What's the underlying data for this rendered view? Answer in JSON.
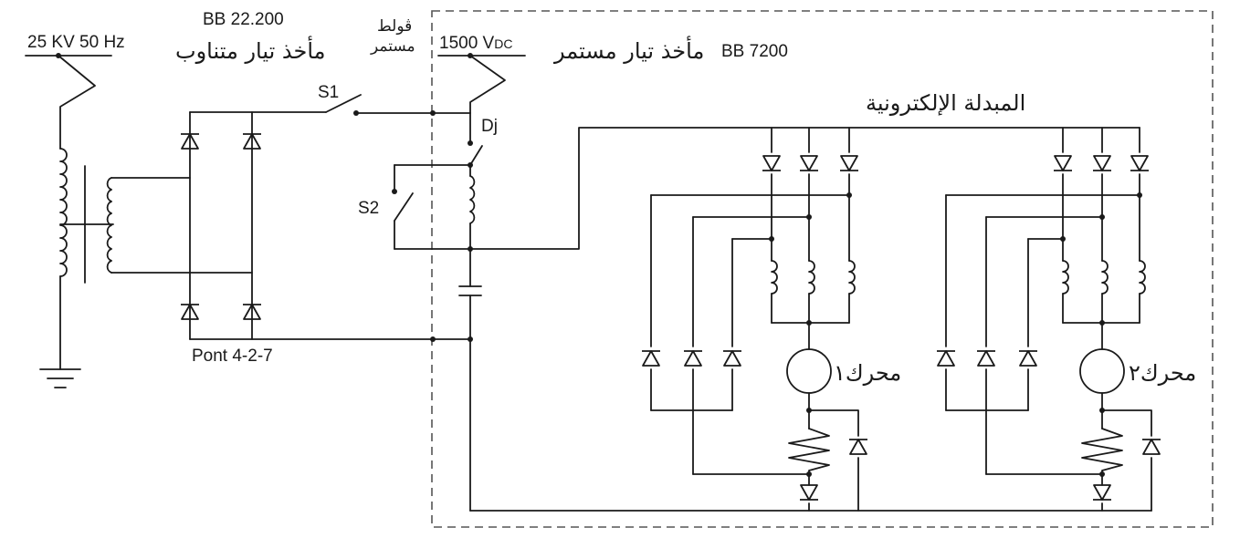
{
  "labels": {
    "ac_source": "25 KV 50 Hz",
    "ac_machine_code": "BB 22.200",
    "ac_machine_name": "مأخذ تيار متناوب",
    "volt_word_1": "ڤولط",
    "volt_word_2": "مستمر",
    "dc_source_value": "1500 V",
    "dc_source_sub": "DC",
    "dc_machine_name": "مأخذ تيار مستمر",
    "dc_machine_code": "BB 7200",
    "switch_1": "S1",
    "switch_2": "S2",
    "breaker": "Dj",
    "converter": "المبدلة الإلكترونية",
    "bridge": "Pont  4-2-7",
    "motor_1": "محرك١",
    "motor_2": "محرك٢"
  },
  "colors": {
    "line": "#1a1a1a",
    "dashed_box": "#555555",
    "background": "#ffffff"
  }
}
